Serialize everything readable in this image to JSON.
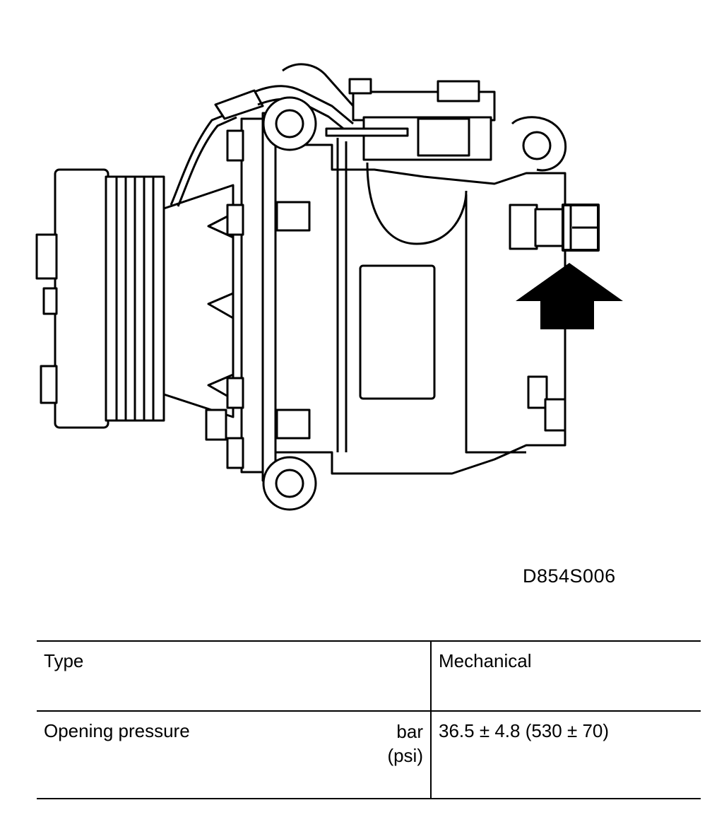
{
  "figure": {
    "code": "D854S006",
    "icons": [
      "ac-compressor-illustration",
      "arrow-up-icon"
    ]
  },
  "table": {
    "rows": [
      {
        "parameter": "Type",
        "unit": "",
        "unit_alt": "",
        "value": "Mechanical"
      },
      {
        "parameter": "Opening pressure",
        "unit": "bar",
        "unit_alt": "(psi)",
        "value": "36.5 ± 4.8 (530 ± 70)"
      }
    ]
  }
}
